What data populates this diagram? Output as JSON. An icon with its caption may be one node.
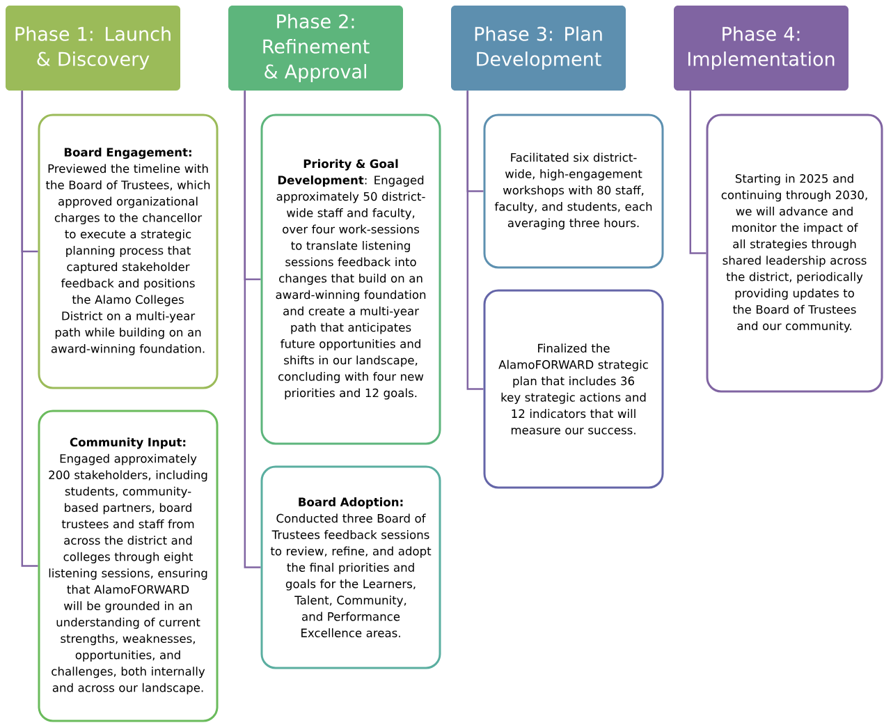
{
  "diagram": {
    "nodes": [
      {
        "text": [
          "Phase 1: Launch & Discovery"
        ]
      },
      {
        "text": [
          "**Board Engagement:** Previewed the timeline with the Board of Trustees, which approved organizational charges to the chancellor to execute a strategic planning process that captured stakeholder feedback and positions the Alamo Colleges District on a multi-year path while building on an award-winning foundation."
        ]
      },
      {
        "text": [
          "**Community Input:** Engaged approximately 200 stakeholders, including students, community-based partners, board trustees and staff from across the district and colleges through eight listening sessions, ensuring that AlamoFORWARD will be grounded in an understanding of current strengths, weaknesses, opportunities, and challenges, both internally and across our landscape."
        ]
      },
      {
        "text": [
          "Phase 2: Refinement & Approval"
        ]
      },
      {
        "text": [
          "**Priority & Goal Development**: Engaged approximately 50 district-wide staff and faculty, over four work-sessions to translate listening sessions feedback into changes that build on an award-winning foundation and create a multi-year path that anticipates future opportunities and shifts in our landscape, concluding with four new priorities and 12 goals."
        ]
      },
      {
        "text": [
          "**Board Adoption:** Conducted three Board of Trustees feedback sessions to review, refine, and adopt the final priorities and goals for the Learners, Talent, Community, and Performance Excellence areas."
        ]
      },
      {
        "text": [
          "Phase 3: Plan Development"
        ]
      },
      {
        "text": [
          "Facilitated six district-wide, high-engagement workshops with 80 staff, faculty, and students, each averaging three hours."
        ]
      },
      {
        "text": [
          "Finalized the AlamoFORWARD strategic plan that includes 36 key strategic actions and 12 indicators that will measure our success."
        ]
      },
      {
        "text": [
          "Phase 4: Implementation"
        ]
      },
      {
        "text": [
          "Starting in 2025 and continuing through 2030, we will advance and monitor the impact of all strategies through shared leadership across the district, periodically providing updates to the Board of Trustees and our community."
        ]
      }
    ],
    "edges": [
      {
        "from": 0,
        "to": 1,
        "arrow": "none"
      },
      {
        "from": 0,
        "to": 2,
        "arrow": "none"
      },
      {
        "from": 3,
        "to": 4,
        "arrow": "none"
      },
      {
        "from": 3,
        "to": 5,
        "arrow": "none"
      },
      {
        "from": 6,
        "to": 7,
        "arrow": "none"
      },
      {
        "from": 6,
        "to": 8,
        "arrow": "none"
      },
      {
        "from": 9,
        "to": 10,
        "arrow": "none"
      }
    ]
  }
}
